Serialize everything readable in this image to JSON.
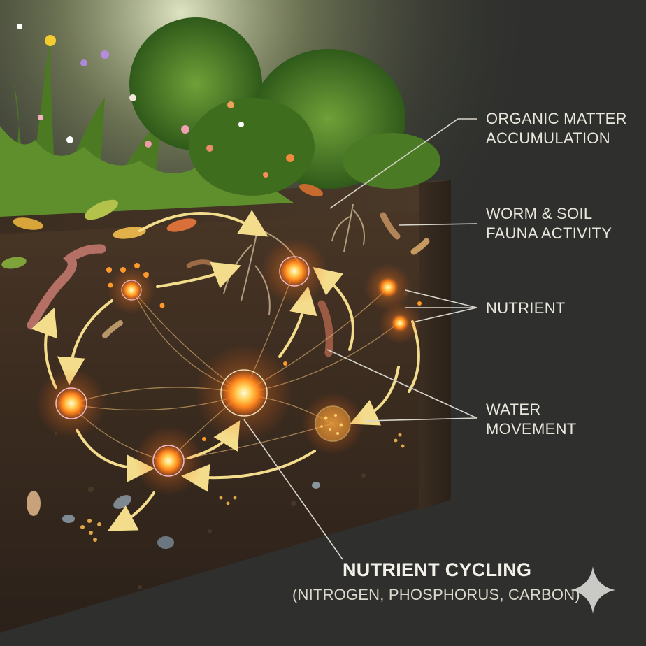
{
  "labels": {
    "organic_matter": [
      "ORGANIC MATTER",
      "ACCUMULATION"
    ],
    "worm_fauna": [
      "WORM & SOIL",
      "FAUNA ACTIVITY"
    ],
    "nutrient": [
      "NUTRIENT"
    ],
    "water_movement": [
      "WATER",
      "MOVEMENT"
    ]
  },
  "caption": {
    "title": "NUTRIENT CYCLING",
    "subtitle": "(NITROGEN, PHOSPHORUS, CARBON)"
  },
  "colors": {
    "background": "#2f302d",
    "soil": "#3d2e22",
    "grass": "#5e8f2c",
    "glow": "#ff9a2a",
    "arrow": "#f3dd8c",
    "label_text": "#e9e6dc"
  },
  "icons": [
    "sparkle-icon"
  ]
}
